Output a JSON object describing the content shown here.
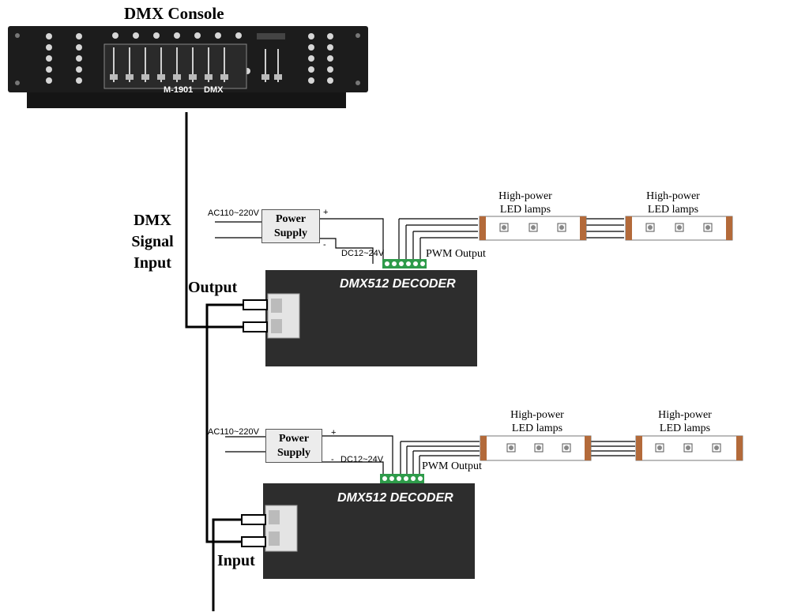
{
  "title": "DMX Console",
  "console": {
    "model": "M-1901",
    "mode": "DMX"
  },
  "signal_label": [
    "DMX",
    "Signal",
    "Input"
  ],
  "output_label": "Output",
  "input_label": "Input",
  "units": [
    {
      "ac_label": "AC110~220V",
      "power_supply": [
        "Power",
        "Supply"
      ],
      "plus": "+",
      "minus": "-",
      "dc_label": "DC12~24V",
      "pwm_label": "PWM Output",
      "decoder_title": "DMX512 DECODER",
      "lamps": [
        [
          "High-power",
          "LED lamps"
        ],
        [
          "High-power",
          "LED lamps"
        ]
      ]
    },
    {
      "ac_label": "AC110~220V",
      "power_supply": [
        "Power",
        "Supply"
      ],
      "plus": "+",
      "minus": "-",
      "dc_label": "DC12~24V",
      "pwm_label": "PWM Output",
      "decoder_title": "DMX512 DECODER",
      "lamps": [
        [
          "High-power",
          "LED lamps"
        ],
        [
          "High-power",
          "LED lamps"
        ]
      ]
    }
  ],
  "colors": {
    "console": "#1c1c1c",
    "decoder": "#2d2d2d",
    "wire": "#000000",
    "strip_end": "#b36a3a",
    "terminal": "#2e9b4a"
  }
}
